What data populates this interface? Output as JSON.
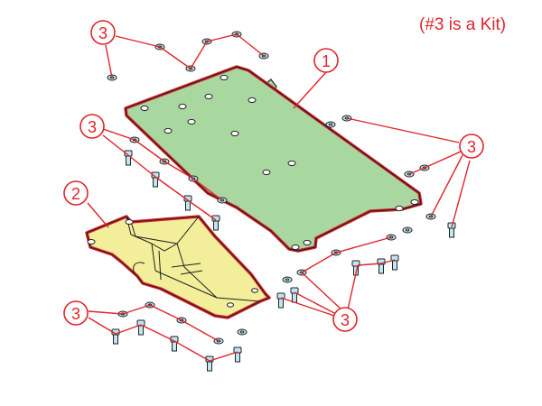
{
  "note": "(#3 is a Kit)",
  "callouts": [
    {
      "id": "c1",
      "label": "1"
    },
    {
      "id": "c2",
      "label": "2"
    },
    {
      "id": "c3a",
      "label": "3"
    },
    {
      "id": "c3b",
      "label": "3"
    },
    {
      "id": "c3c",
      "label": "3"
    },
    {
      "id": "c3d",
      "label": "3"
    },
    {
      "id": "c3e",
      "label": "3"
    }
  ],
  "colors": {
    "leader": "#e0242b",
    "plate_fill": "#a8d8a0",
    "bracket_fill": "#f2ee9a",
    "bolt_fill": "#bfe6f2",
    "outline": "#222222"
  }
}
